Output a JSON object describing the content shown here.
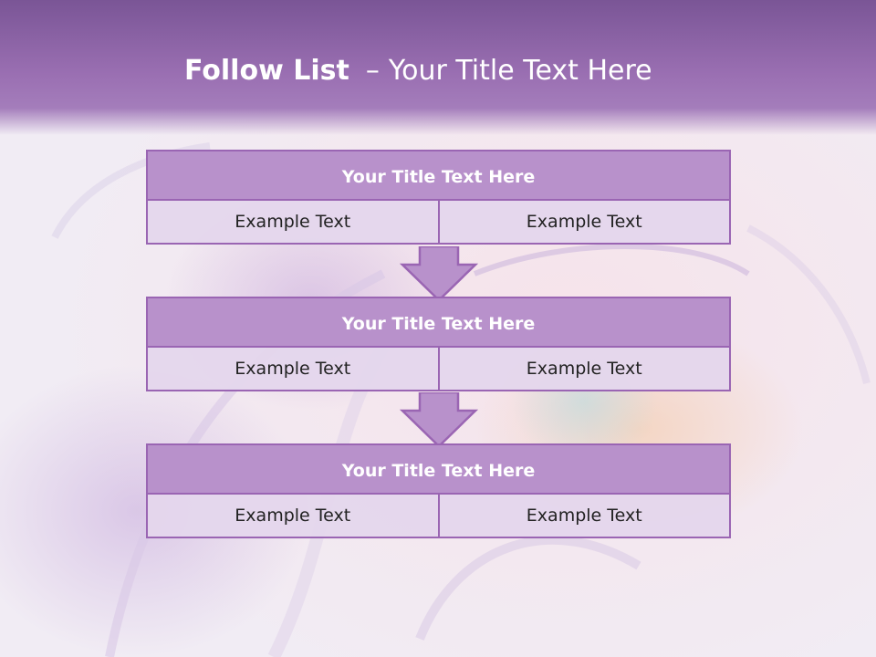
{
  "slide": {
    "title_bold": "Follow List",
    "title_separator": "–",
    "title_rest": "Your Title Text Here"
  },
  "blocks": [
    {
      "title": "Your Title Text Here",
      "left": "Example Text",
      "right": "Example Text"
    },
    {
      "title": "Your Title Text Here",
      "left": "Example Text",
      "right": "Example Text"
    },
    {
      "title": "Your Title Text Here",
      "left": "Example Text",
      "right": "Example Text"
    }
  ],
  "colors": {
    "header": "#9a6fb2",
    "block_title_fill": "#b891cb",
    "border": "#9a65b3",
    "cell_fill": "#e4d6ec",
    "arrow_fill": "#b891cb"
  },
  "icons": [
    "arrow-down-icon",
    "arrow-down-icon"
  ]
}
